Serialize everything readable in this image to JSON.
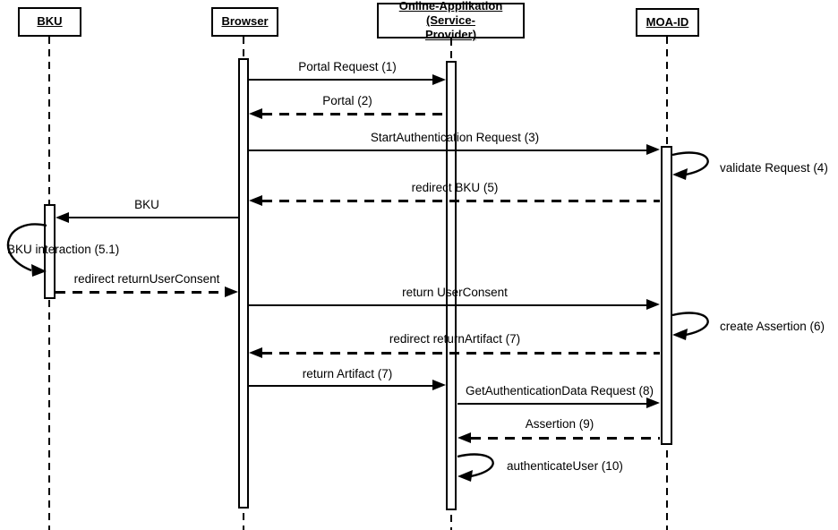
{
  "diagram": {
    "type": "uml-sequence",
    "colors": {
      "line": "#000000",
      "background": "#ffffff",
      "text": "#000000"
    },
    "actors": [
      {
        "label": "BKU"
      },
      {
        "label": "Browser"
      },
      {
        "label": "Online-Applikation (Service-Provider)",
        "label_lines": [
          "Online-Applikation (Service-",
          "Provider)"
        ]
      },
      {
        "label": "MOA-ID"
      }
    ],
    "messages": [
      {
        "label": "Portal Request (1)",
        "from": "Browser",
        "to": "Online-Applikation (Service-Provider)",
        "style": "solid"
      },
      {
        "label": "Portal (2)",
        "from": "Online-Applikation (Service-Provider)",
        "to": "Browser",
        "style": "dashed"
      },
      {
        "label": "StartAuthentication Request (3)",
        "from": "Browser",
        "to": "MOA-ID",
        "style": "solid"
      },
      {
        "label": "validate Request (4)",
        "from": "MOA-ID",
        "to": "MOA-ID",
        "style": "self"
      },
      {
        "label": "redirect BKU (5)",
        "from": "MOA-ID",
        "to": "Browser",
        "style": "dashed"
      },
      {
        "label": "BKU",
        "from": "Browser",
        "to": "BKU",
        "style": "solid"
      },
      {
        "label": "BKU interaction (5.1)",
        "from": "BKU",
        "to": "BKU",
        "style": "self"
      },
      {
        "label": "redirect returnUserConsent",
        "from": "BKU",
        "to": "Browser",
        "style": "dashed"
      },
      {
        "label": "return UserConsent",
        "from": "Browser",
        "to": "MOA-ID",
        "style": "solid"
      },
      {
        "label": "create Assertion (6)",
        "from": "MOA-ID",
        "to": "MOA-ID",
        "style": "self"
      },
      {
        "label": "redirect returnArtifact (7)",
        "from": "MOA-ID",
        "to": "Browser",
        "style": "dashed"
      },
      {
        "label": "return Artifact (7)",
        "from": "Browser",
        "to": "Online-Applikation (Service-Provider)",
        "style": "solid"
      },
      {
        "label": "GetAuthenticationData Request (8)",
        "from": "Online-Applikation (Service-Provider)",
        "to": "MOA-ID",
        "style": "solid"
      },
      {
        "label": "Assertion (9)",
        "from": "MOA-ID",
        "to": "Online-Applikation (Service-Provider)",
        "style": "dashed"
      },
      {
        "label": "authenticateUser (10)",
        "from": "Online-Applikation (Service-Provider)",
        "to": "Online-Applikation (Service-Provider)",
        "style": "self"
      }
    ]
  }
}
